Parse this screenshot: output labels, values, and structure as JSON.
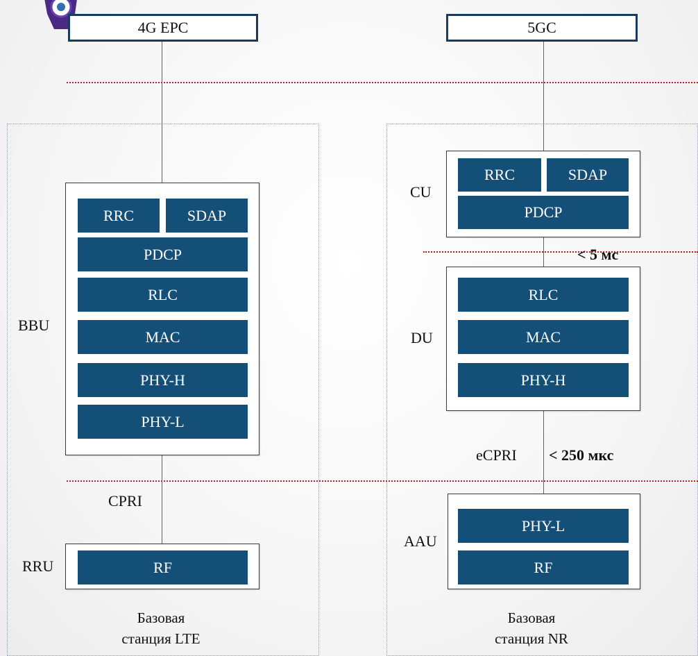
{
  "core": {
    "lte": "4G EPC",
    "nr": "5GC"
  },
  "lte_station": {
    "bbu_label": "BBU",
    "layers": {
      "rrc": "RRC",
      "sdap": "SDAP",
      "pdcp": "PDCP",
      "rlc": "RLC",
      "mac": "MAC",
      "phy_h": "PHY-H",
      "phy_l": "PHY-L"
    },
    "cpri_label": "CPRI",
    "rru_label": "RRU",
    "rf": "RF",
    "caption_line1": "Базовая",
    "caption_line2": "станция LTE"
  },
  "nr_station": {
    "cu_label": "CU",
    "cu_layers": {
      "rrc": "RRC",
      "sdap": "SDAP",
      "pdcp": "PDCP"
    },
    "latency_cu_du": "< 5 мс",
    "du_label": "DU",
    "du_layers": {
      "rlc": "RLC",
      "mac": "MAC",
      "phy_h": "PHY-H"
    },
    "ecpri_label": "eCPRI",
    "latency_du_aau": "< 250 мкс",
    "aau_label": "AAU",
    "aau_layers": {
      "phy_l": "PHY-L",
      "rf": "RF"
    },
    "caption_line1": "Базовая",
    "caption_line2": "станция NR"
  },
  "colors": {
    "layer_fill": "#144f78",
    "core_border": "#1b3a5c",
    "separator": "#b22222"
  }
}
